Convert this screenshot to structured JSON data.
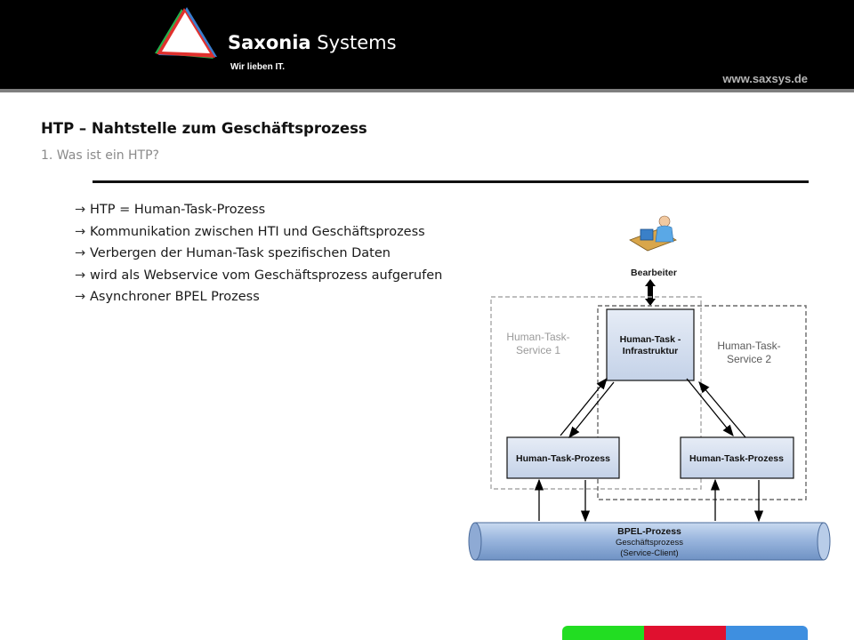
{
  "header": {
    "brand_bold": "Saxonia",
    "brand_rest": "Systems",
    "tagline": "Wir lieben IT.",
    "website": "www.saxsys.de",
    "logo_colors": [
      "#3a7fd0",
      "#22b14c",
      "#e0302d"
    ]
  },
  "slide": {
    "title": "HTP – Nahtstelle zum Geschäftsprozess",
    "subtitle": "1. Was ist ein HTP?",
    "bullets": [
      "HTP = Human-Task-Prozess",
      "Kommunikation zwischen HTI und Geschäftsprozess",
      "Verbergen der Human-Task spezifischen Daten",
      "wird als Webservice vom Geschäftsprozess aufgerufen",
      "Asynchroner  BPEL Prozess"
    ]
  },
  "diagram": {
    "user_label": "Bearbeiter",
    "service1": [
      "Human-Task-",
      "Service 1"
    ],
    "service2": [
      "Human-Task-",
      "Service 2"
    ],
    "hti": [
      "Human-Task -",
      "Infrastruktur"
    ],
    "htp_left": "Human-Task-Prozess",
    "htp_right": "Human-Task-Prozess",
    "bpel": [
      "BPEL-Prozess",
      "Geschäftsprozess",
      "(Service-Client)"
    ]
  },
  "footer": {
    "colors": [
      "#22dd22",
      "#e0102f",
      "#3e8fe0"
    ]
  }
}
